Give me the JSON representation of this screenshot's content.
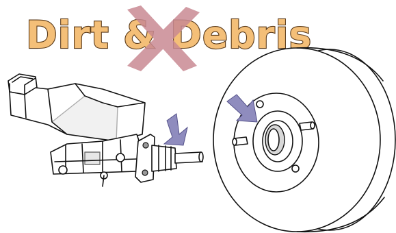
{
  "title": "Dirt & Debris",
  "colors": {
    "title_fill": "#f4bf78",
    "title_outline": "#5a3a1a",
    "cross_mark": "#c98a93",
    "arrow": "#8f8cbe",
    "line_art": "#111111"
  },
  "icons": [
    "cross-mark-icon",
    "pointer-arrow-icon",
    "pointer-arrow-icon"
  ],
  "parts": [
    "brake-master-cylinder",
    "brake-booster"
  ]
}
